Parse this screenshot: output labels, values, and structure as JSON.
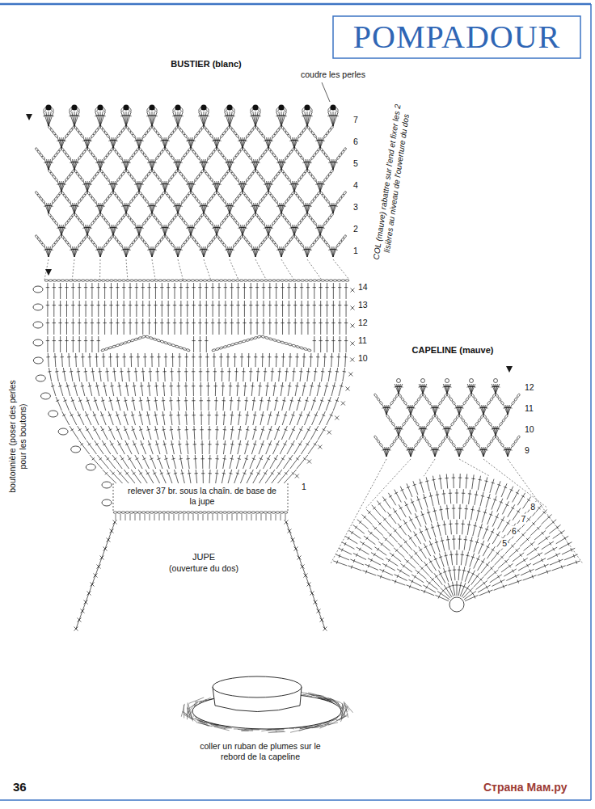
{
  "diagram": {
    "title": "POMPADOUR",
    "labels": [
      "BUSTIER (blanc)",
      "coudre les perles",
      "7",
      "6",
      "5",
      "4",
      "3",
      "2",
      "1",
      "COL (mauve) rabattre sur l'end et fixer les 2 lisières au niveau de l'ouverture du dos",
      "14",
      "13",
      "12",
      "11",
      "10",
      "CAPELINE (mauve)",
      "12",
      "11",
      "10",
      "9",
      "boutonnière (poser des perles pour les boutons)",
      "8",
      "7",
      "6",
      "5",
      "relever 37 br. sous la chaîn. de base de la jupe",
      "1",
      "JUPE",
      "(ouverture du dos)",
      "coller un ruban de plumes sur le rebord de la capeline",
      "36",
      "Страна Мам.ру"
    ]
  }
}
